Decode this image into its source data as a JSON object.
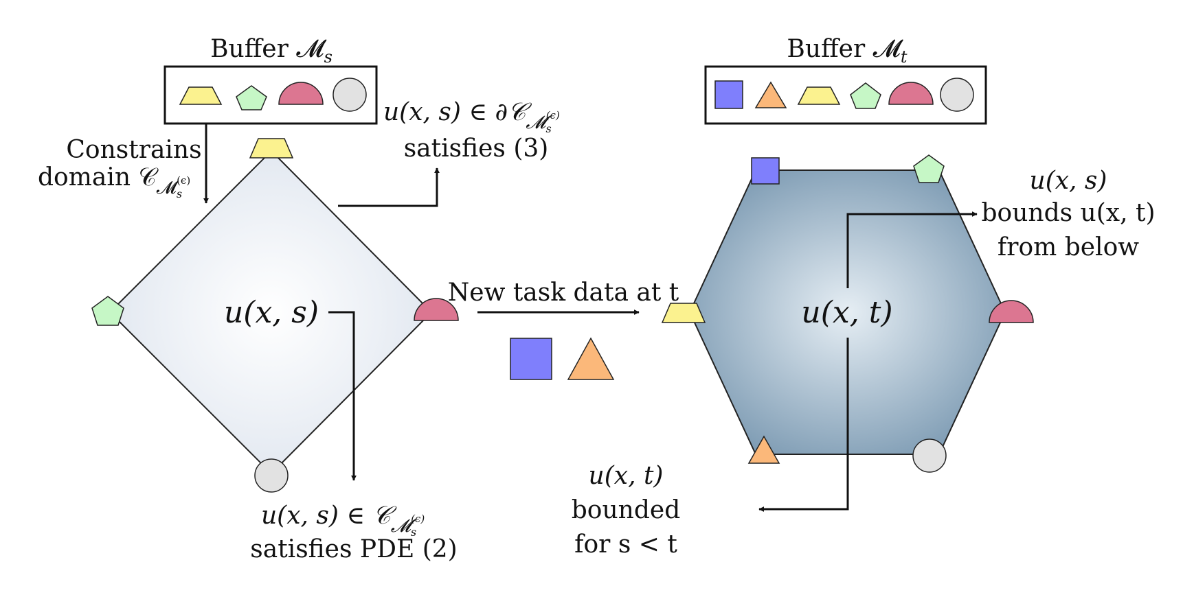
{
  "buffer_s": {
    "title": "Buffer 𝓜",
    "title_sub": "s",
    "items": [
      "trapezoid",
      "pentagon",
      "half-circle",
      "circle"
    ]
  },
  "buffer_t": {
    "title": "Buffer 𝓜",
    "title_sub": "t",
    "items": [
      "square",
      "triangle",
      "trapezoid",
      "pentagon",
      "half-circle",
      "circle"
    ]
  },
  "colors": {
    "yellow": "#fbf28f",
    "green": "#c6f7c6",
    "pink": "#dc7691",
    "gray": "#e2e2e2",
    "blue": "#7f7ffc",
    "orange": "#fbb87a",
    "diamond_center": "#ffffff",
    "diamond_edge": "#dde4ee",
    "hexagon_center": "#e6eef4",
    "hexagon_edge": "#7897b0"
  },
  "labels": {
    "constrains_line1": "Constrains",
    "constrains_line2": "domain 𝒞",
    "constrains_sub": "𝓜",
    "constrains_subsub": "s",
    "constrains_sup": "(ϵ)",
    "boundary_line1": "u(x, s) ∈ ∂𝒞",
    "boundary_sub": "𝓜",
    "boundary_subsub": "s",
    "boundary_sup": "(ϵ)",
    "boundary_line2": "satisfies (3)",
    "diamond_center": "u(x, s)",
    "interior_line1": "u(x, s) ∈ 𝒞",
    "interior_sub": "𝓜",
    "interior_subsub": "s",
    "interior_sup": "(ϵ)",
    "interior_line2": "satisfies PDE (2)",
    "new_task": "New task data at t",
    "hexagon_center": "u(x, t)",
    "bounds_line1": "u(x, s)",
    "bounds_line2": "bounds u(x, t)",
    "bounds_line3": "from below",
    "bounded_line1": "u(x, t)",
    "bounded_line2": "bounded",
    "bounded_line3": "for s < t"
  },
  "new_task_items": [
    "square",
    "triangle"
  ]
}
